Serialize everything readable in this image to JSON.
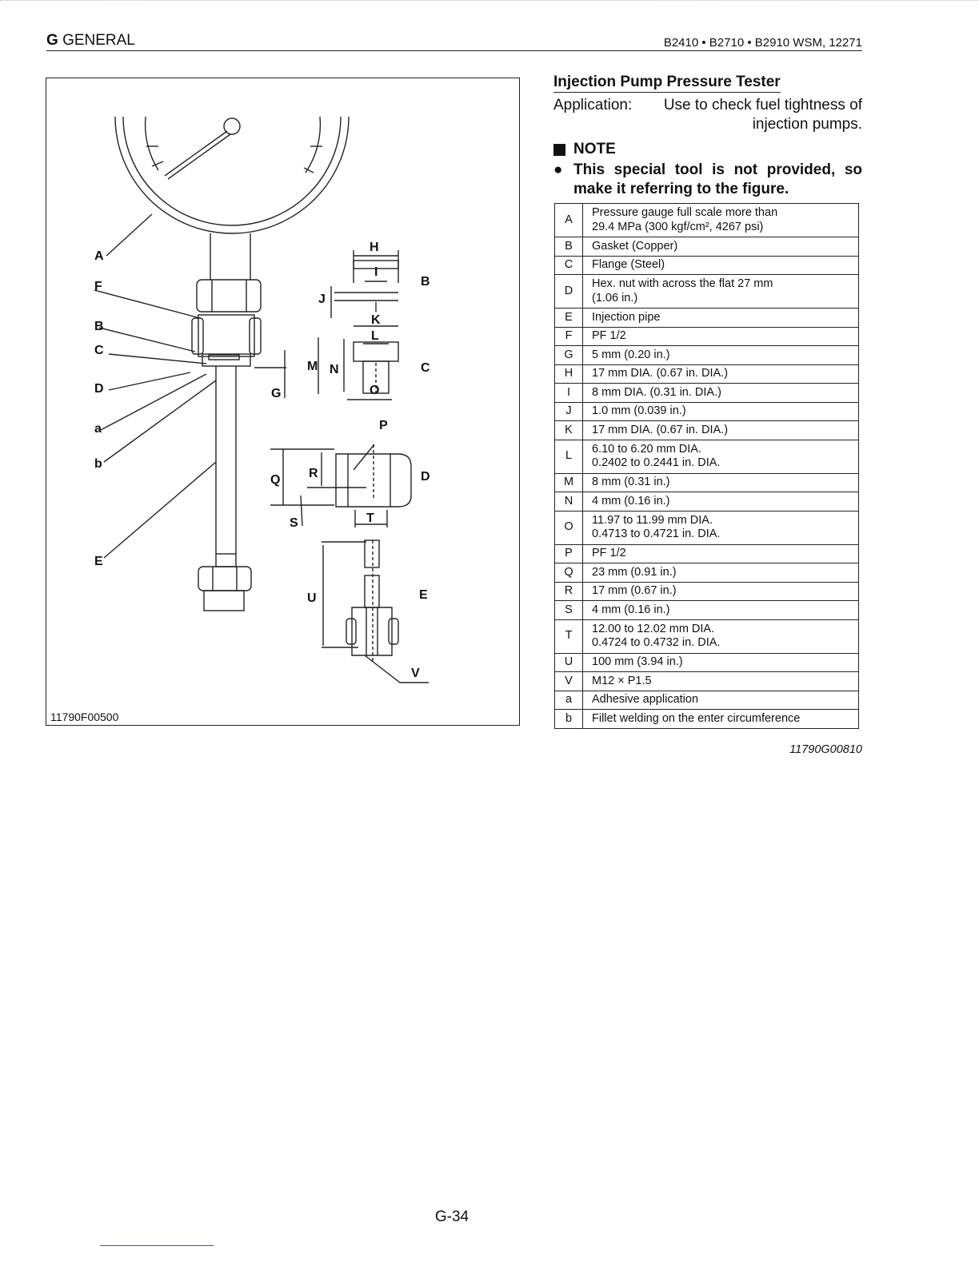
{
  "header": {
    "section_letter": "G",
    "section_name": "GENERAL",
    "manual_ref": "B2410 • B2710 • B2910 WSM, 12271"
  },
  "figure": {
    "code": "11790F00500",
    "callouts": {
      "A": "A",
      "F": "F",
      "B": "B",
      "C": "C",
      "D": "D",
      "a": "a",
      "b": "b",
      "E": "E",
      "G": "G",
      "H": "H",
      "I": "I",
      "J": "J",
      "K": "K",
      "L": "L",
      "M": "M",
      "N": "N",
      "O": "O",
      "P": "P",
      "Q": "Q",
      "R": "R",
      "S": "S",
      "T": "T",
      "U": "U",
      "V": "V"
    },
    "detail_labels": {
      "B": "B",
      "C": "C",
      "D": "D",
      "E": "E"
    }
  },
  "content": {
    "title": "Injection Pump Pressure Tester",
    "application_label": "Application:",
    "application_text": "Use to check fuel tightness of injection pumps.",
    "note_label": "NOTE",
    "note_bullet": "This special tool is not provided, so make it referring to the figure."
  },
  "parts_table": [
    {
      "key": "A",
      "desc": "Pressure gauge full scale more than",
      "desc2": "29.4 MPa (300 kgf/cm², 4267 psi)"
    },
    {
      "key": "B",
      "desc": "Gasket (Copper)"
    },
    {
      "key": "C",
      "desc": "Flange (Steel)"
    },
    {
      "key": "D",
      "desc": "Hex. nut with across the flat 27 mm",
      "desc2": "(1.06 in.)"
    },
    {
      "key": "E",
      "desc": "Injection pipe"
    },
    {
      "key": "F",
      "desc": "PF 1/2"
    },
    {
      "key": "G",
      "desc": "5 mm (0.20 in.)"
    },
    {
      "key": "H",
      "desc": "17 mm DIA. (0.67 in. DIA.)"
    },
    {
      "key": "I",
      "desc": "8 mm DIA. (0.31 in. DIA.)"
    },
    {
      "key": "J",
      "desc": "1.0 mm (0.039 in.)"
    },
    {
      "key": "K",
      "desc": "17 mm DIA. (0.67 in. DIA.)"
    },
    {
      "key": "L",
      "desc": "6.10 to 6.20 mm DIA.",
      "desc2": "0.2402 to 0.2441 in. DIA."
    },
    {
      "key": "M",
      "desc": "8 mm (0.31 in.)"
    },
    {
      "key": "N",
      "desc": "4 mm (0.16 in.)"
    },
    {
      "key": "O",
      "desc": "11.97 to 11.99 mm DIA.",
      "desc2": "0.4713 to 0.4721 in. DIA."
    },
    {
      "key": "P",
      "desc": "PF 1/2"
    },
    {
      "key": "Q",
      "desc": "23 mm (0.91 in.)"
    },
    {
      "key": "R",
      "desc": "17 mm (0.67 in.)"
    },
    {
      "key": "S",
      "desc": "4 mm (0.16 in.)"
    },
    {
      "key": "T",
      "desc": "12.00 to 12.02 mm DIA.",
      "desc2": "0.4724 to 0.4732 in. DIA."
    },
    {
      "key": "U",
      "desc": "100 mm (3.94 in.)"
    },
    {
      "key": "V",
      "desc": "M12 × P1.5"
    },
    {
      "key": "a",
      "desc": "Adhesive application"
    },
    {
      "key": "b",
      "desc": "Fillet welding on the enter circumference"
    }
  ],
  "table_code": "11790G00810",
  "page_number": "G-34"
}
